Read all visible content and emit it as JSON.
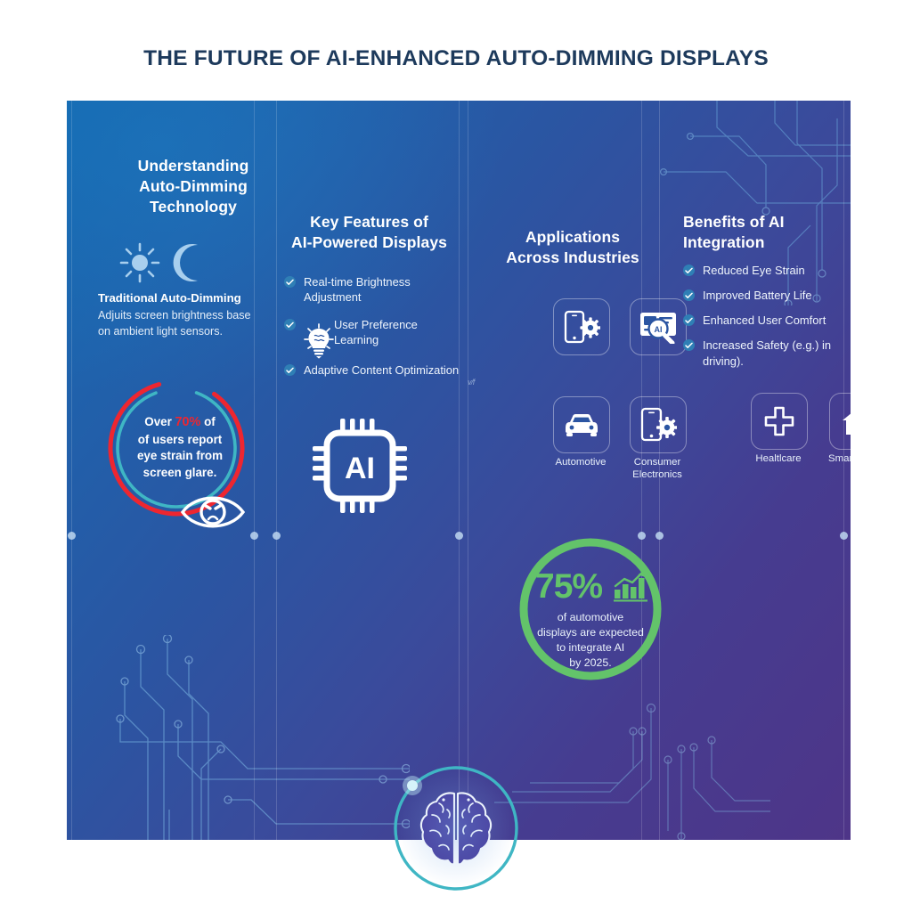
{
  "title": "THE FUTURE OF AI-ENHANCED AUTO-DIMMING DISPLAYS",
  "colors": {
    "title_text": "#1d3a5c",
    "panel_blue": "#1466ae",
    "panel_purple": "#4e3588",
    "accent_red": "#ee2630",
    "accent_teal": "#3fb6c4",
    "accent_green": "#63c36a",
    "check_badge": "#2f7fb5"
  },
  "columns": [
    {
      "id": "understanding",
      "title": "Understanding\nAuto-Dimming\nTechnology",
      "icons": [
        "sun-icon",
        "moon-icon"
      ],
      "subhead": "Traditional Auto-Dimming",
      "body": "Adjuits screen brightness base on ambient light sensors.",
      "stat": {
        "lead": "Over ",
        "value": "70%",
        "trail": " of",
        "lines": [
          "of users report",
          "eye strain from",
          "screen glare."
        ],
        "icon": "eye-strain-icon",
        "ring_outer_color": "#ee2630",
        "ring_inner_color": "#3fb6c4"
      }
    },
    {
      "id": "key-features",
      "title": "Key Features of\nAI-Powered Displays",
      "bullets": [
        "Real-time Brightness Adjustment",
        "User Preference Learning",
        "Adaptive Content Optimization"
      ],
      "overlay_icon": "lightbulb-idea-icon",
      "artifact_glyph": "v/f",
      "feature_icon": "ai-chip-icon",
      "feature_icon_label": "AI"
    },
    {
      "id": "applications",
      "title": "Applications\nAcross Industries",
      "tiles": [
        {
          "icon": "smartphone-gear-icon",
          "label": ""
        },
        {
          "icon": "screen-ai-magnifier-icon",
          "label": ""
        },
        {
          "icon": "car-icon",
          "label": "Automotive"
        },
        {
          "icon": "smartphone-settings-icon",
          "label": "Consumer Electronics"
        }
      ],
      "stat": {
        "value": "75%",
        "icon": "bar-chart-growth-icon",
        "lines": [
          "of automotive",
          "displays are expected",
          "to integrate AI",
          "by 2025."
        ],
        "ring_color": "#63c36a"
      }
    },
    {
      "id": "benefits",
      "title": "Benefits of AI\nIntegration",
      "bullets": [
        "Reduced Eye Strain",
        "Improved Battery Life",
        "Enhanced User Comfort",
        "Increased Safety (e.g.) in driving)."
      ],
      "tiles": [
        {
          "icon": "medical-cross-icon",
          "label": "Healtlcare"
        },
        {
          "icon": "house-icon",
          "label": "Smart Home"
        }
      ]
    }
  ],
  "footer_badge": {
    "icon": "brain-icon",
    "ring_color": "#3fb6c4",
    "dot_color": "#bfe8f5"
  }
}
